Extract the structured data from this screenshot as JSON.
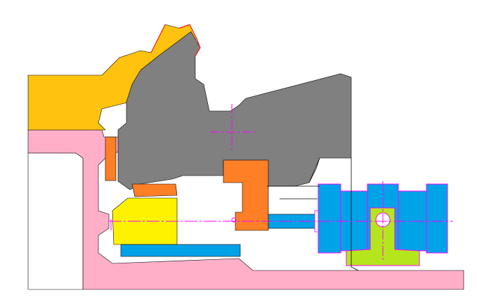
{
  "colors": {
    "background": "#ffffff",
    "housing_pink": "#ffb0c8",
    "cover_gold": "#ffc20e",
    "body_gray": "#808080",
    "part_orange": "#ff7f27",
    "block_yellow": "#fff200",
    "bar_blue": "#00a2e8",
    "base_lime": "#b5e61d",
    "centerline_magenta": "#ff00ff",
    "edge_red": "#ed1c24",
    "outline_black": "#000000"
  },
  "parts": [
    "pink-housing",
    "gold-cover",
    "gray-body",
    "orange-seal-vertical",
    "orange-seal-horizontal",
    "orange-clamp",
    "yellow-block",
    "blue-bar",
    "blue-shaft",
    "blue-cylinder",
    "lime-bracket"
  ]
}
